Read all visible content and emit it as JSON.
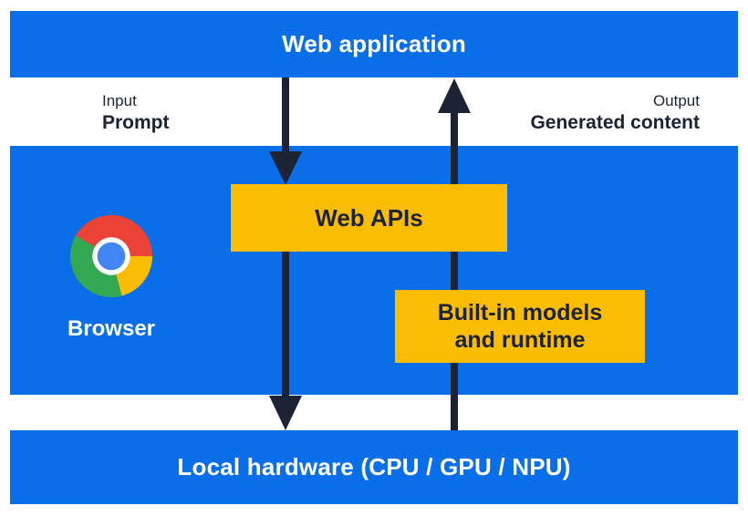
{
  "colors": {
    "background": "#ffffff",
    "band_blue": "#0b6ee9",
    "box_yellow": "#fbbc04",
    "ink_dark": "#1b2335",
    "text_light": "#ffffff",
    "chrome_red": "#ea4335",
    "chrome_green": "#34a853",
    "chrome_yellow": "#fbbc04",
    "chrome_blue": "#4285f4"
  },
  "bands": {
    "web_application": {
      "label": "Web application"
    },
    "browser": {
      "label": "Browser"
    },
    "local_hardware": {
      "label": "Local hardware (CPU / GPU / NPU)"
    }
  },
  "flows": {
    "input": {
      "caption": "Input",
      "label": "Prompt",
      "direction": "down"
    },
    "output": {
      "caption": "Output",
      "label": "Generated content",
      "direction": "up"
    }
  },
  "boxes": {
    "web_apis": {
      "label": "Web APIs"
    },
    "built_in_models": {
      "line1": "Built-in models",
      "line2": "and runtime"
    }
  },
  "icons": {
    "browser_logo": "chrome-logo"
  }
}
